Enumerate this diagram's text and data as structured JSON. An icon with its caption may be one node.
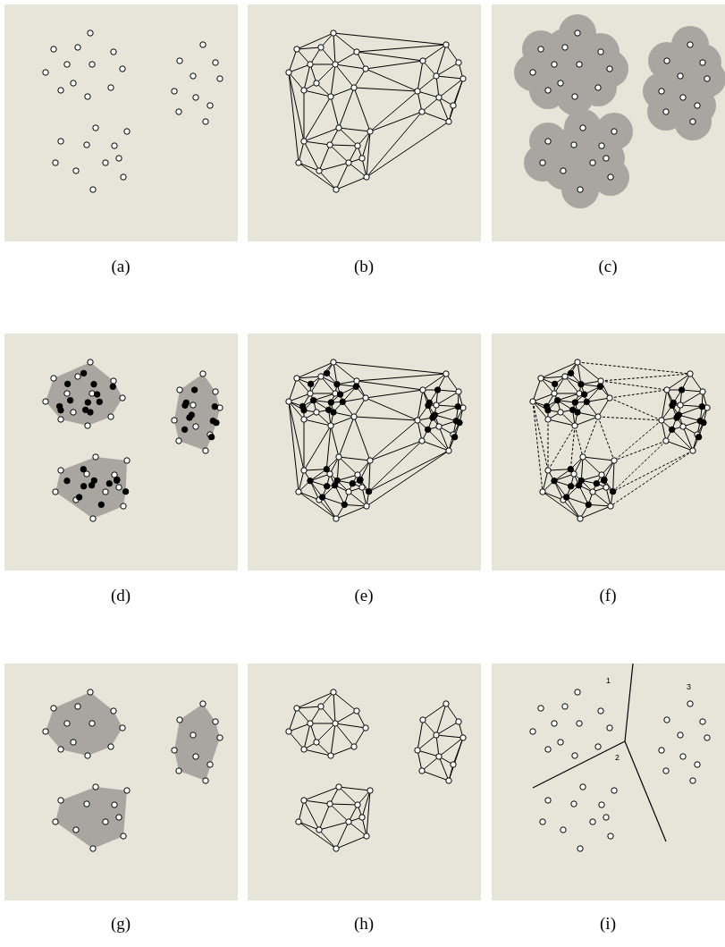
{
  "diagram": {
    "labels": [
      "(a)",
      "(b)",
      "(c)",
      "(d)",
      "(e)",
      "(f)",
      "1",
      "3",
      "2",
      "(g)",
      "(h)",
      "(i)"
    ]
  }
}
